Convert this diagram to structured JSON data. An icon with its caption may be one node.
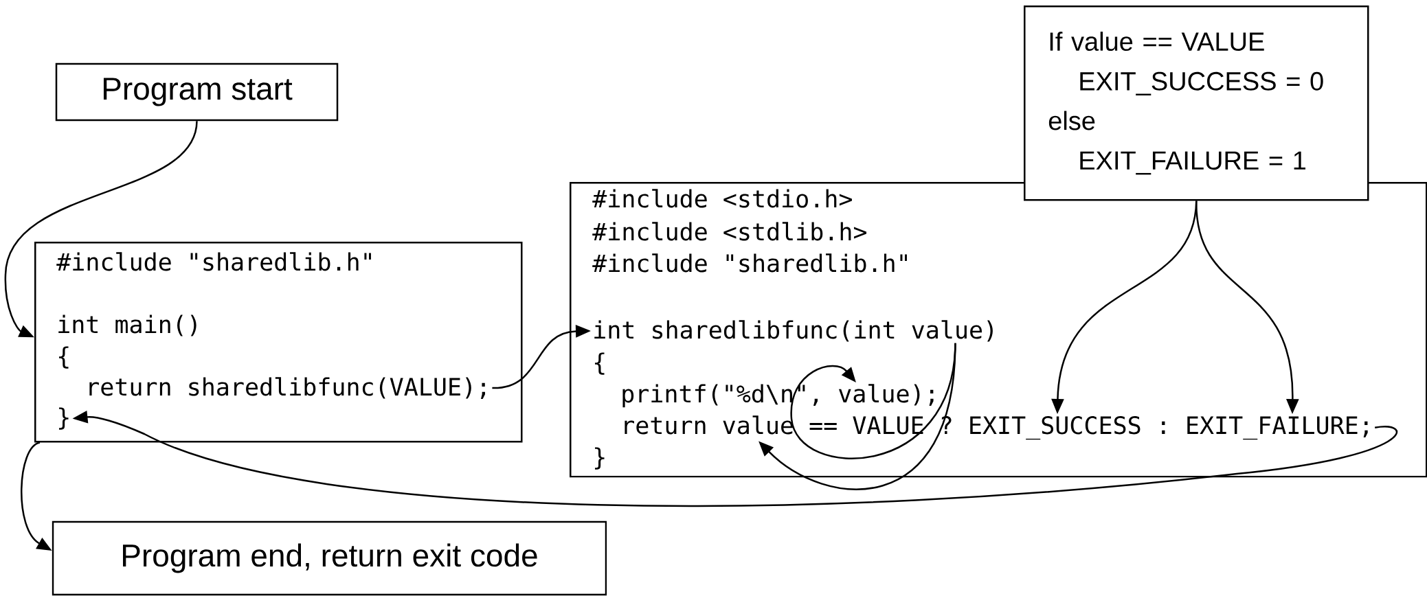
{
  "diagram": {
    "nodes": [
      {
        "text": [
          "Program start"
        ]
      },
      {
        "text": [],
        "shape": "box"
      },
      {
        "text": [
          "#include \"sharedlib.h\""
        ],
        "in": 1
      },
      {
        "text": [
          "int main()"
        ],
        "in": 1
      },
      {
        "text": [
          "{"
        ],
        "in": 1
      },
      {
        "text": [
          "return sharedlibfunc(VALUE);"
        ],
        "in": 1
      },
      {
        "text": [
          "}"
        ],
        "in": 1
      },
      {
        "text": [
          "Program end, return exit code"
        ]
      },
      {
        "text": [],
        "shape": "box"
      },
      {
        "text": [
          "#include <stdio.h>"
        ],
        "in": 8
      },
      {
        "text": [
          "#include <stdlib.h>"
        ],
        "in": 8
      },
      {
        "text": [
          "#include \"sharedlib.h\""
        ],
        "in": 8
      },
      {
        "text": [
          "int sharedlibfunc(int value)"
        ],
        "in": 8
      },
      {
        "text": [
          "{"
        ],
        "in": 8
      },
      {
        "text": [
          "printf(\"%d\\n\", value);"
        ],
        "in": 8
      },
      {
        "text": [
          "return value == VALUE ? EXIT_SUCCESS : EXIT_FAILURE;"
        ],
        "in": 8
      },
      {
        "text": [
          "}"
        ],
        "in": 8
      },
      {
        "text": [
          "If value == VALUE",
          "EXIT_SUCCESS = 0",
          "else",
          "EXIT_FAILURE = 1"
        ]
      }
    ],
    "edges": [
      {
        "from": 0,
        "to": 1,
        "arrow": "to"
      },
      {
        "from": 5,
        "to": 12,
        "arrow": "to"
      },
      {
        "from": 12,
        "to": 14,
        "arrow": "to"
      },
      {
        "from": 12,
        "to": 15,
        "arrow": "to"
      },
      {
        "from": 17,
        "to": 15,
        "arrow": "to"
      },
      {
        "from": 17,
        "to": 15,
        "arrow": "to"
      },
      {
        "from": 15,
        "to": 6,
        "arrow": "to"
      },
      {
        "from": 1,
        "to": 7,
        "arrow": "to"
      }
    ]
  }
}
